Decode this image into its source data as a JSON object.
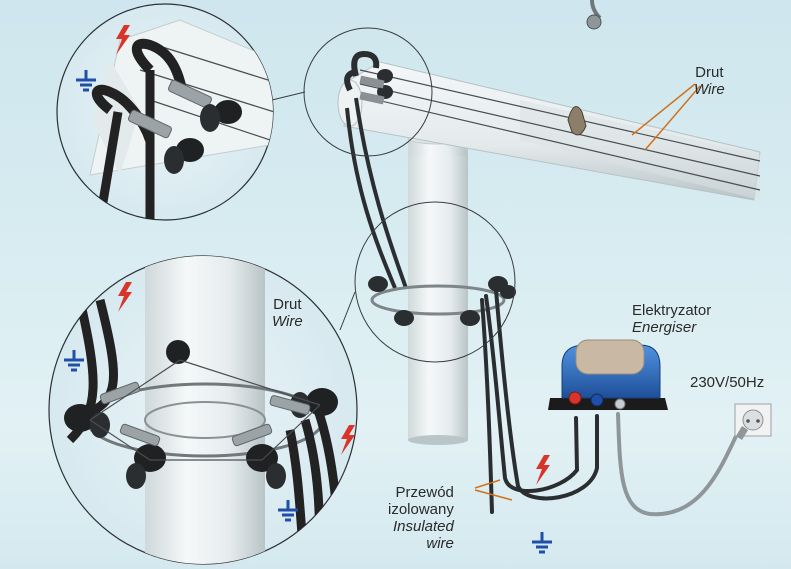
{
  "labels": {
    "wire_main": {
      "pl": "Drut",
      "en": "Wire"
    },
    "wire_detail": {
      "pl": "Drut",
      "en": "Wire"
    },
    "energiser": {
      "pl": "Elektryzator",
      "en": "Energiser"
    },
    "voltage": "230V/50Hz",
    "cable": {
      "pl_line1": "Przewód",
      "pl_line2": "izolowany",
      "en_line1": "Insulated",
      "en_line2": "wire"
    }
  },
  "colors": {
    "background": "#d6eaf0",
    "pole": "#eef3f4",
    "cable": "#2b2e30",
    "energiser_body": "#2f6fbf",
    "live_symbol": "#d8342a",
    "earth_symbol": "#1f4fa8",
    "label_line": "#d2711d"
  },
  "icons": [
    "lightning-bolt-icon",
    "earth-ground-icon",
    "insulator-icon",
    "power-socket-icon",
    "energiser-device-icon"
  ]
}
